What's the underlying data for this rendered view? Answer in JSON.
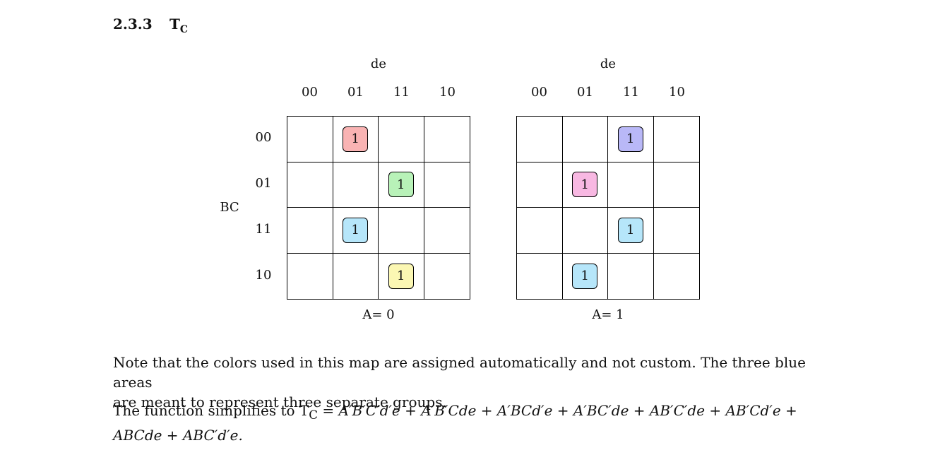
{
  "heading": {
    "number": "2.3.3",
    "title": "T",
    "title_sub": "C"
  },
  "col_var_label": "de",
  "row_var_label": "BC",
  "col_headers": [
    "00",
    "01",
    "11",
    "10"
  ],
  "row_headers": [
    "00",
    "01",
    "11",
    "10"
  ],
  "maps": [
    {
      "caption": "A= 0",
      "cells": [
        [
          "",
          "1",
          "",
          ""
        ],
        [
          "",
          "",
          "1",
          ""
        ],
        [
          "",
          "1",
          "",
          ""
        ],
        [
          "",
          "",
          "1",
          ""
        ]
      ],
      "colors": [
        [
          "",
          "#f9b3b3",
          "",
          ""
        ],
        [
          "",
          "",
          "#b8f2b8",
          ""
        ],
        [
          "",
          "#b6e6fa",
          "",
          ""
        ],
        [
          "",
          "",
          "#fbf7b3",
          ""
        ]
      ]
    },
    {
      "caption": "A= 1",
      "cells": [
        [
          "",
          "",
          "1",
          ""
        ],
        [
          "",
          "1",
          "",
          ""
        ],
        [
          "",
          "",
          "1",
          ""
        ],
        [
          "",
          "1",
          "",
          ""
        ]
      ],
      "colors": [
        [
          "",
          "",
          "#b9b8f7",
          ""
        ],
        [
          "",
          "#f8b8e2",
          "",
          ""
        ],
        [
          "",
          "",
          "#b6e6fa",
          ""
        ],
        [
          "",
          "#b6e6fa",
          "",
          ""
        ]
      ]
    }
  ],
  "note_lines": [
    "Note that the colors used in this map are assigned automatically and not custom. The three blue areas",
    "are meant to represent three separate groups."
  ],
  "function_lines": [
    "The function simplifies to T",
    "C",
    " = A′B′C′d′e + A′B′Cde + A′BCd′e + A′BC′de + AB′C′de + AB′Cd′e +",
    "ABCde + ABC′d′e."
  ]
}
